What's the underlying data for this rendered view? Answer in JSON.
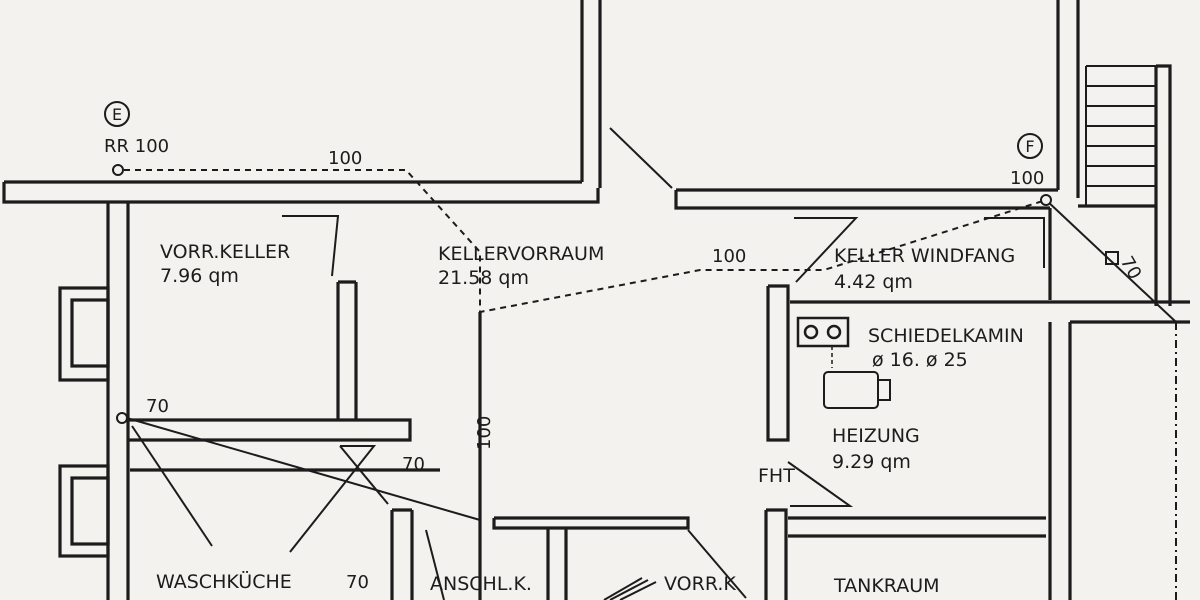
{
  "rooms": {
    "vorr_keller": {
      "name": "VORR.KELLER",
      "area": "7.96 qm"
    },
    "kellervorraum": {
      "name": "KELLERVORRAUM",
      "area": "21.58 qm"
    },
    "keller_windfang": {
      "name": "KELLER WINDFANG",
      "area": "4.42 qm"
    },
    "heizung": {
      "name": "HEIZUNG",
      "area": "9.29 qm"
    },
    "waschkueche": {
      "name": "WASCHKÜCHE"
    },
    "anschl_k": {
      "name": "ANSCHL.K."
    },
    "vorr_k": {
      "name": "VORR.K"
    },
    "tankraum": {
      "name": "TANKRAUM"
    }
  },
  "chimney": {
    "name": "SCHIEDELKAMIN",
    "spec": "ø 16. ø 25"
  },
  "fht": "FHT",
  "markers": {
    "e": "E",
    "f": "F"
  },
  "pipes": {
    "rr": "RR 100",
    "p100_top": "100",
    "p100_mid": "100",
    "p100_f": "100",
    "p100_vert": "100",
    "p70_left": "70",
    "p70_mid": "70",
    "p70_bottom": "70",
    "p70_stair": "70"
  },
  "colors": {
    "ink": "#1c1c1c",
    "paper": "#f4f2ee"
  }
}
